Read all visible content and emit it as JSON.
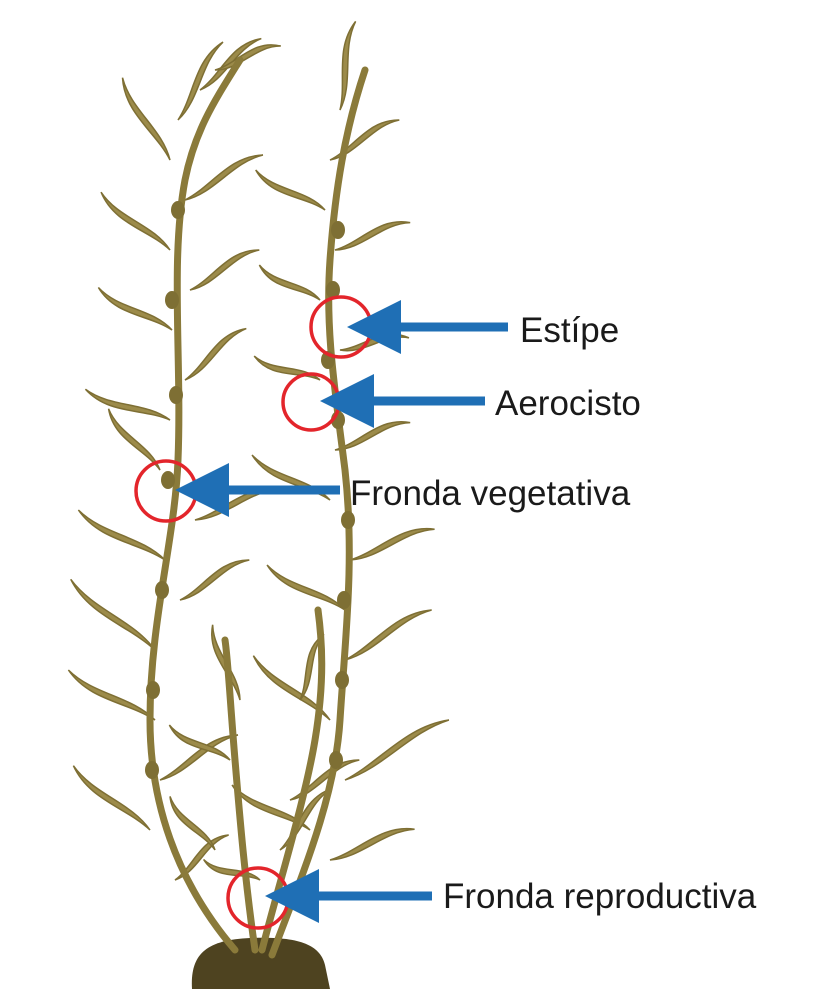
{
  "diagram": {
    "labels": {
      "estipe": "Estípe",
      "aerocisto": "Aerocisto",
      "fronda_vegetativa": "Fronda vegetativa",
      "fronda_reproductiva": "Fronda reproductiva"
    },
    "colors": {
      "stipe": "#8a7a3a",
      "frond": "#9c8b4a",
      "frond_dark": "#7e6f34",
      "holdfast": "#4e4320",
      "circle": "#e3252b",
      "arrow": "#1f6fb5",
      "text": "#1a1a1a"
    }
  }
}
